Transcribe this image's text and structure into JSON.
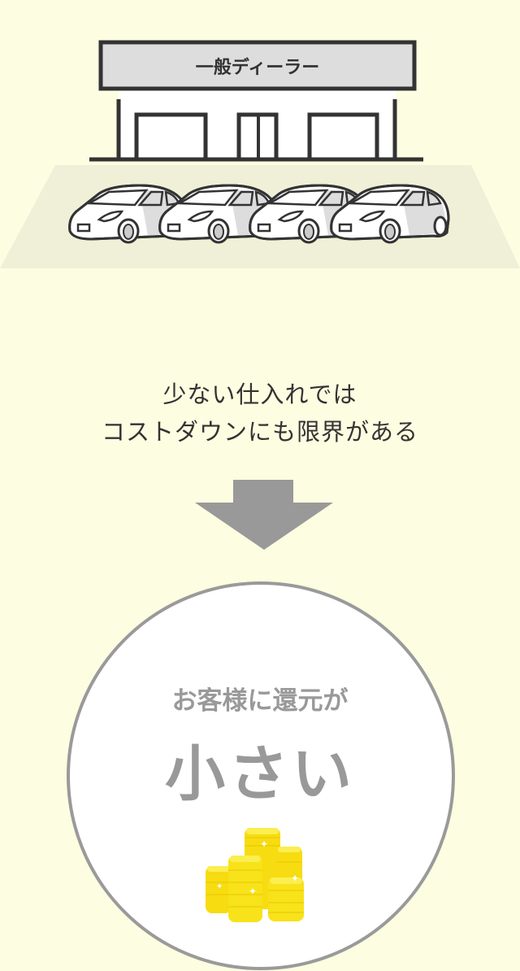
{
  "illustration": {
    "sign_label": "一般ディーラー",
    "car_count": 4
  },
  "message": {
    "line1": "少ない仕入れでは",
    "line2": "コストダウンにも限界がある"
  },
  "result": {
    "line1": "お客様に還元が",
    "line2": "小さい"
  },
  "colors": {
    "background": "#fdfde1",
    "ground": "#f0f0d8",
    "outline": "#333333",
    "accent_gray": "#999999",
    "coin": "#f7e41c"
  }
}
